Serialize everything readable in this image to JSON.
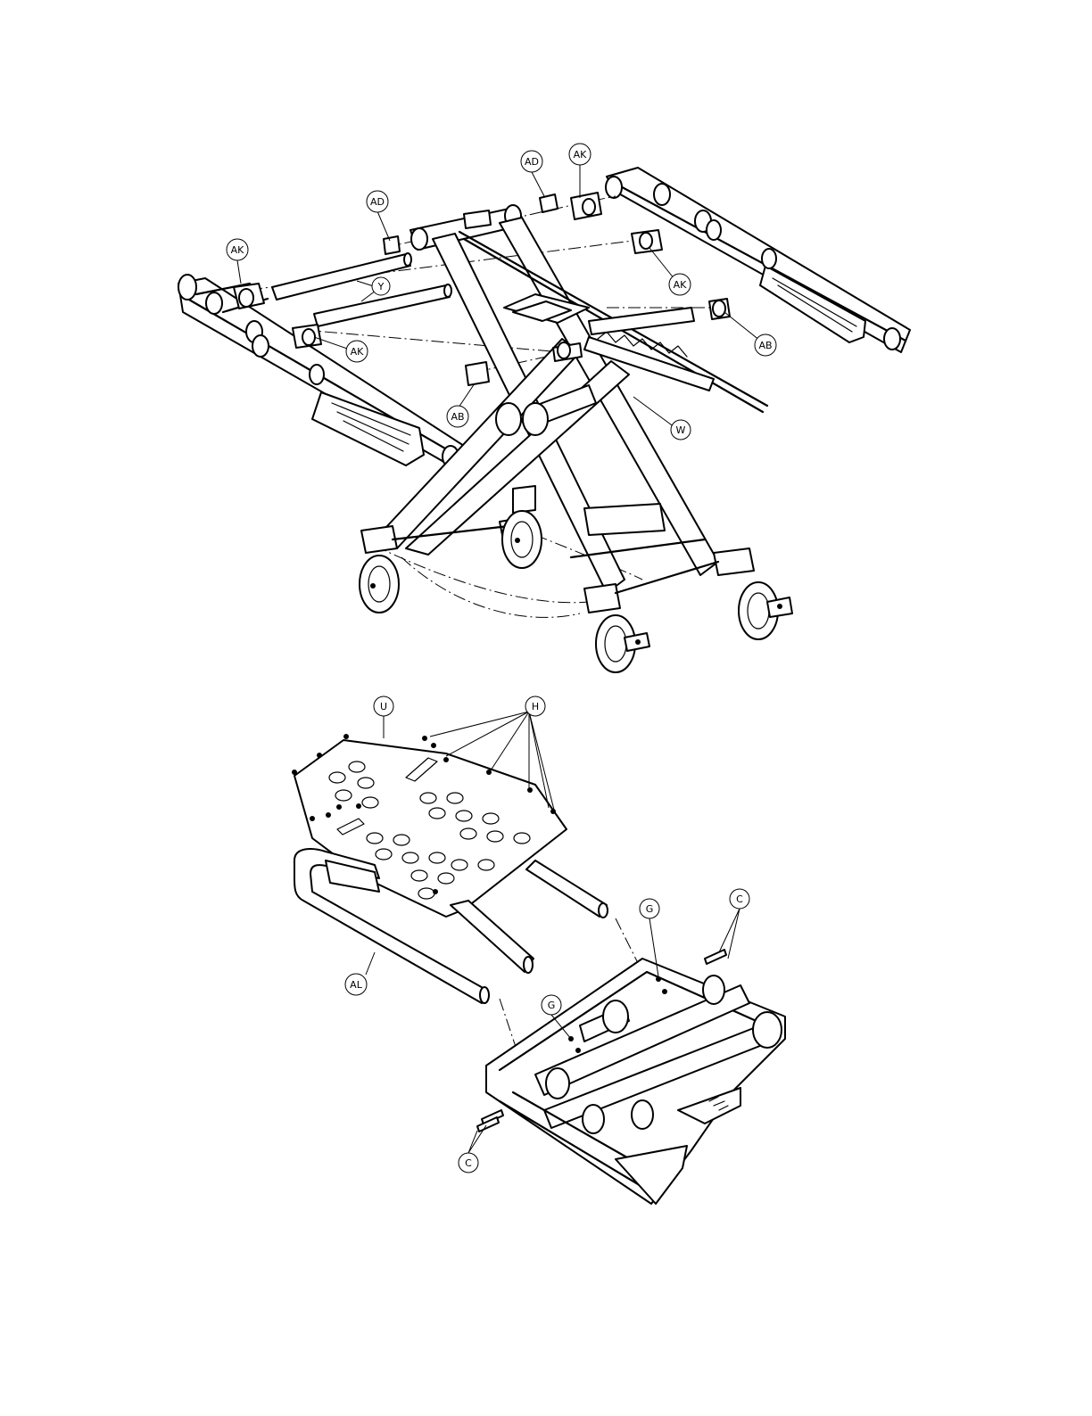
{
  "callouts": {
    "ad_top_left": "AD",
    "ad_top_right": "AD",
    "ak_top_right": "AK",
    "ak_left": "AK",
    "ak_right": "AK",
    "ak_center": "AK",
    "y": "Y",
    "ab_right": "AB",
    "ab_left": "AB",
    "w": "W",
    "u": "U",
    "h": "H",
    "g_top": "G",
    "g_lower": "G",
    "c_top": "C",
    "c_bottom": "C",
    "al": "AL"
  }
}
